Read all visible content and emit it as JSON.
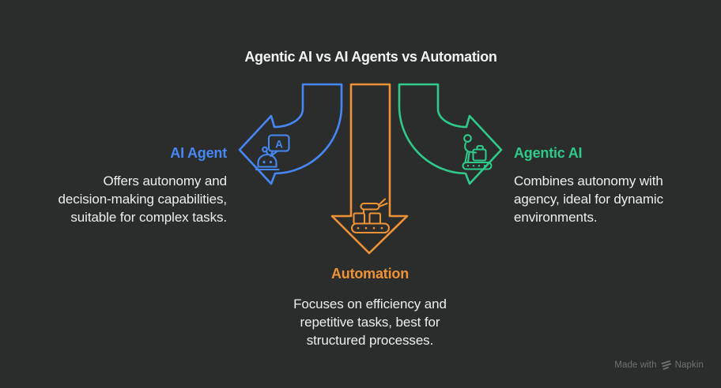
{
  "title": "Agentic AI vs AI Agents vs Automation",
  "colors": {
    "background": "#2b2d2d",
    "title_text": "#f2f4f3",
    "body_text": "#edefee",
    "ai_agent_blue": "#4687f4",
    "automation_orange": "#ee9236",
    "agentic_ai_green": "#2fc98a",
    "watermark_gray": "#6f7271"
  },
  "sections": {
    "ai_agent": {
      "heading": "AI Agent",
      "body": "Offers autonomy and\ndecision-making capabilities,\nsuitable for complex tasks."
    },
    "agentic_ai": {
      "heading": "Agentic AI",
      "body": "Combines autonomy with\nagency, ideal for dynamic\nenvironments."
    },
    "automation": {
      "heading": "Automation",
      "body": "Focuses on efficiency and\nrepetitive tasks, best for\nstructured processes."
    }
  },
  "graphic": {
    "bubble_letter": "A",
    "icons": {
      "ai_agent": "robot-chat-icon",
      "automation": "robot-arm-conveyor-icon",
      "agentic_ai": "person-luggage-conveyor-icon"
    }
  },
  "watermark": {
    "prefix": "Made with",
    "brand": "Napkin"
  }
}
